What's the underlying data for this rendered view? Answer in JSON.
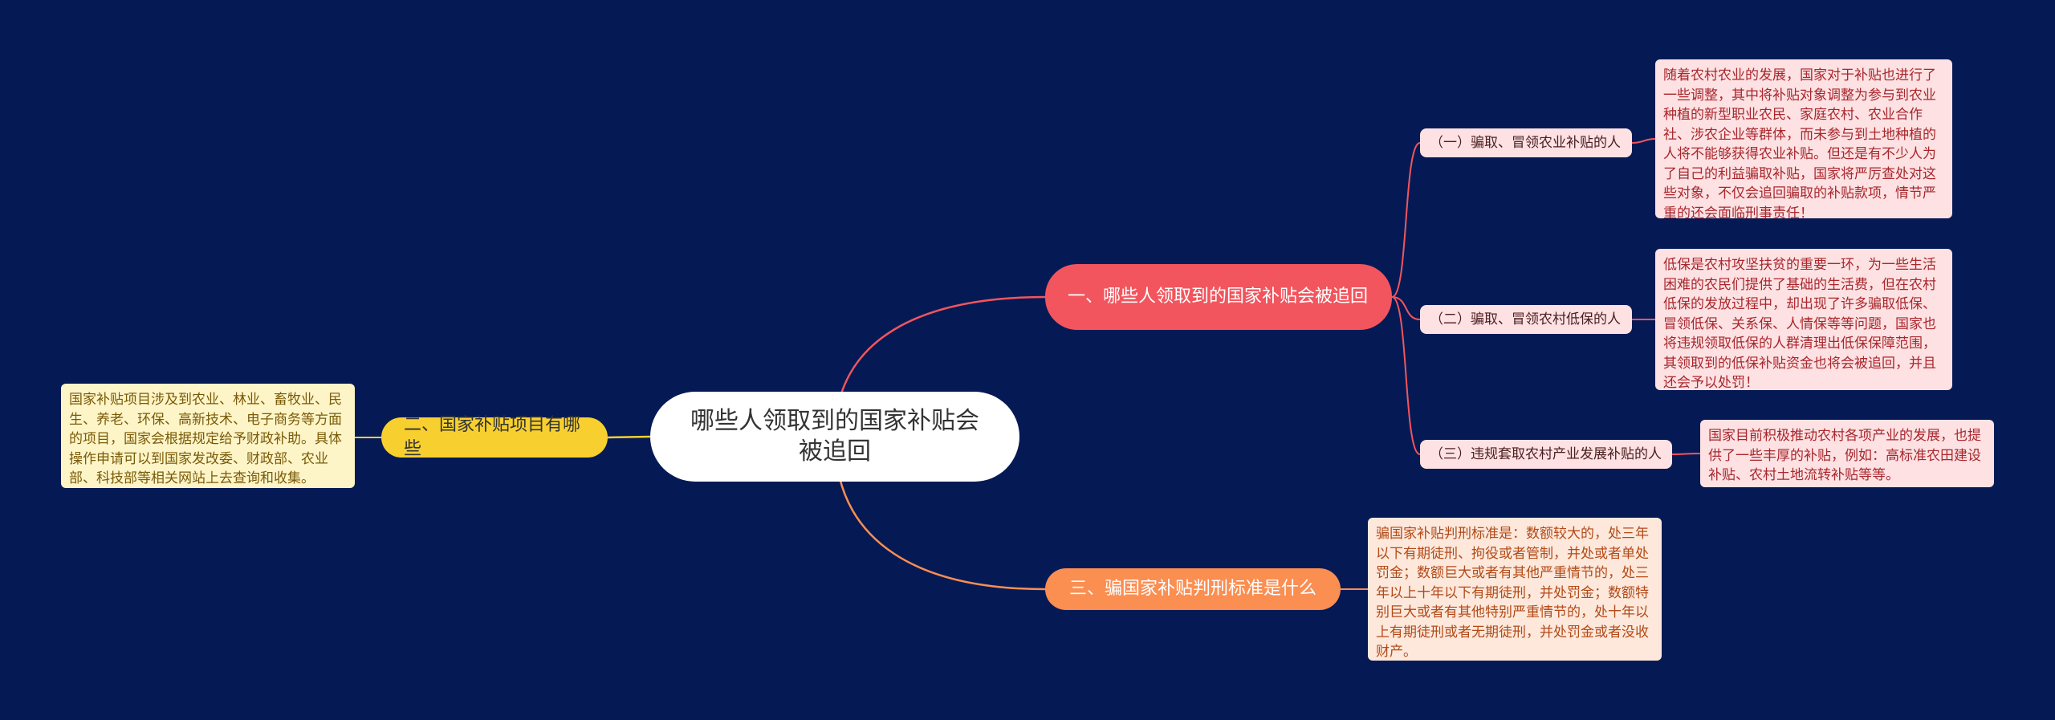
{
  "root": {
    "title": "哪些人领取到的国家补贴会被追回"
  },
  "branches": [
    {
      "label": "一、哪些人领取到的国家补贴会被追回",
      "color": "#f2555d"
    },
    {
      "label": "二、国家补贴项目有哪些",
      "color": "#f7d02f"
    },
    {
      "label": "三、骗国家补贴判刑标准是什么",
      "color": "#fb8e51"
    }
  ],
  "sub_items": [
    {
      "label": "（一）骗取、冒领农业补贴的人"
    },
    {
      "label": "（二）骗取、冒领农村低保的人"
    },
    {
      "label": "（三）违规套取农村产业发展补贴的人"
    }
  ],
  "details": [
    {
      "text": "随着农村农业的发展，国家对于补贴也进行了一些调整，其中将补贴对象调整为参与到农业种植的新型职业农民、家庭农村、农业合作社、涉农企业等群体，而未参与到土地种植的人将不能够获得农业补贴。但还是有不少人为了自己的利益骗取补贴，国家将严厉查处对这些对象，不仅会追回骗取的补贴款项，情节严重的还会面临刑事责任！"
    },
    {
      "text": "低保是农村攻坚扶贫的重要一环，为一些生活困难的农民们提供了基础的生活费，但在农村低保的发放过程中，却出现了许多骗取低保、冒领低保、关系保、人情保等等问题，国家也将违规领取低保的人群清理出低保保障范围，其领取到的低保补贴资金也将会被追回，并且还会予以处罚！"
    },
    {
      "text": "国家目前积极推动农村各项产业的发展，也提供了一些丰厚的补贴，例如：高标准农田建设补贴、农村土地流转补贴等等。"
    },
    {
      "text": "国家补贴项目涉及到农业、林业、畜牧业、民生、养老、环保、高新技术、电子商务等方面的项目，国家会根据规定给予财政补助。具体操作申请可以到国家发改委、财政部、农业部、科技部等相关网站上去查询和收集。"
    },
    {
      "text": "骗国家补贴判刑标准是：数额较大的，处三年以下有期徒刑、拘役或者管制，并处或者单处罚金；数额巨大或者有其他严重情节的，处三年以上十年以下有期徒刑，并处罚金；数额特别巨大或者有其他特别严重情节的，处十年以上有期徒刑或者无期徒刑，并处罚金或者没收财产。"
    }
  ],
  "colors": {
    "background": "#051a55",
    "link_red": "#f2555d",
    "link_yellow": "#f7d02f",
    "link_orange": "#fb8e51"
  }
}
